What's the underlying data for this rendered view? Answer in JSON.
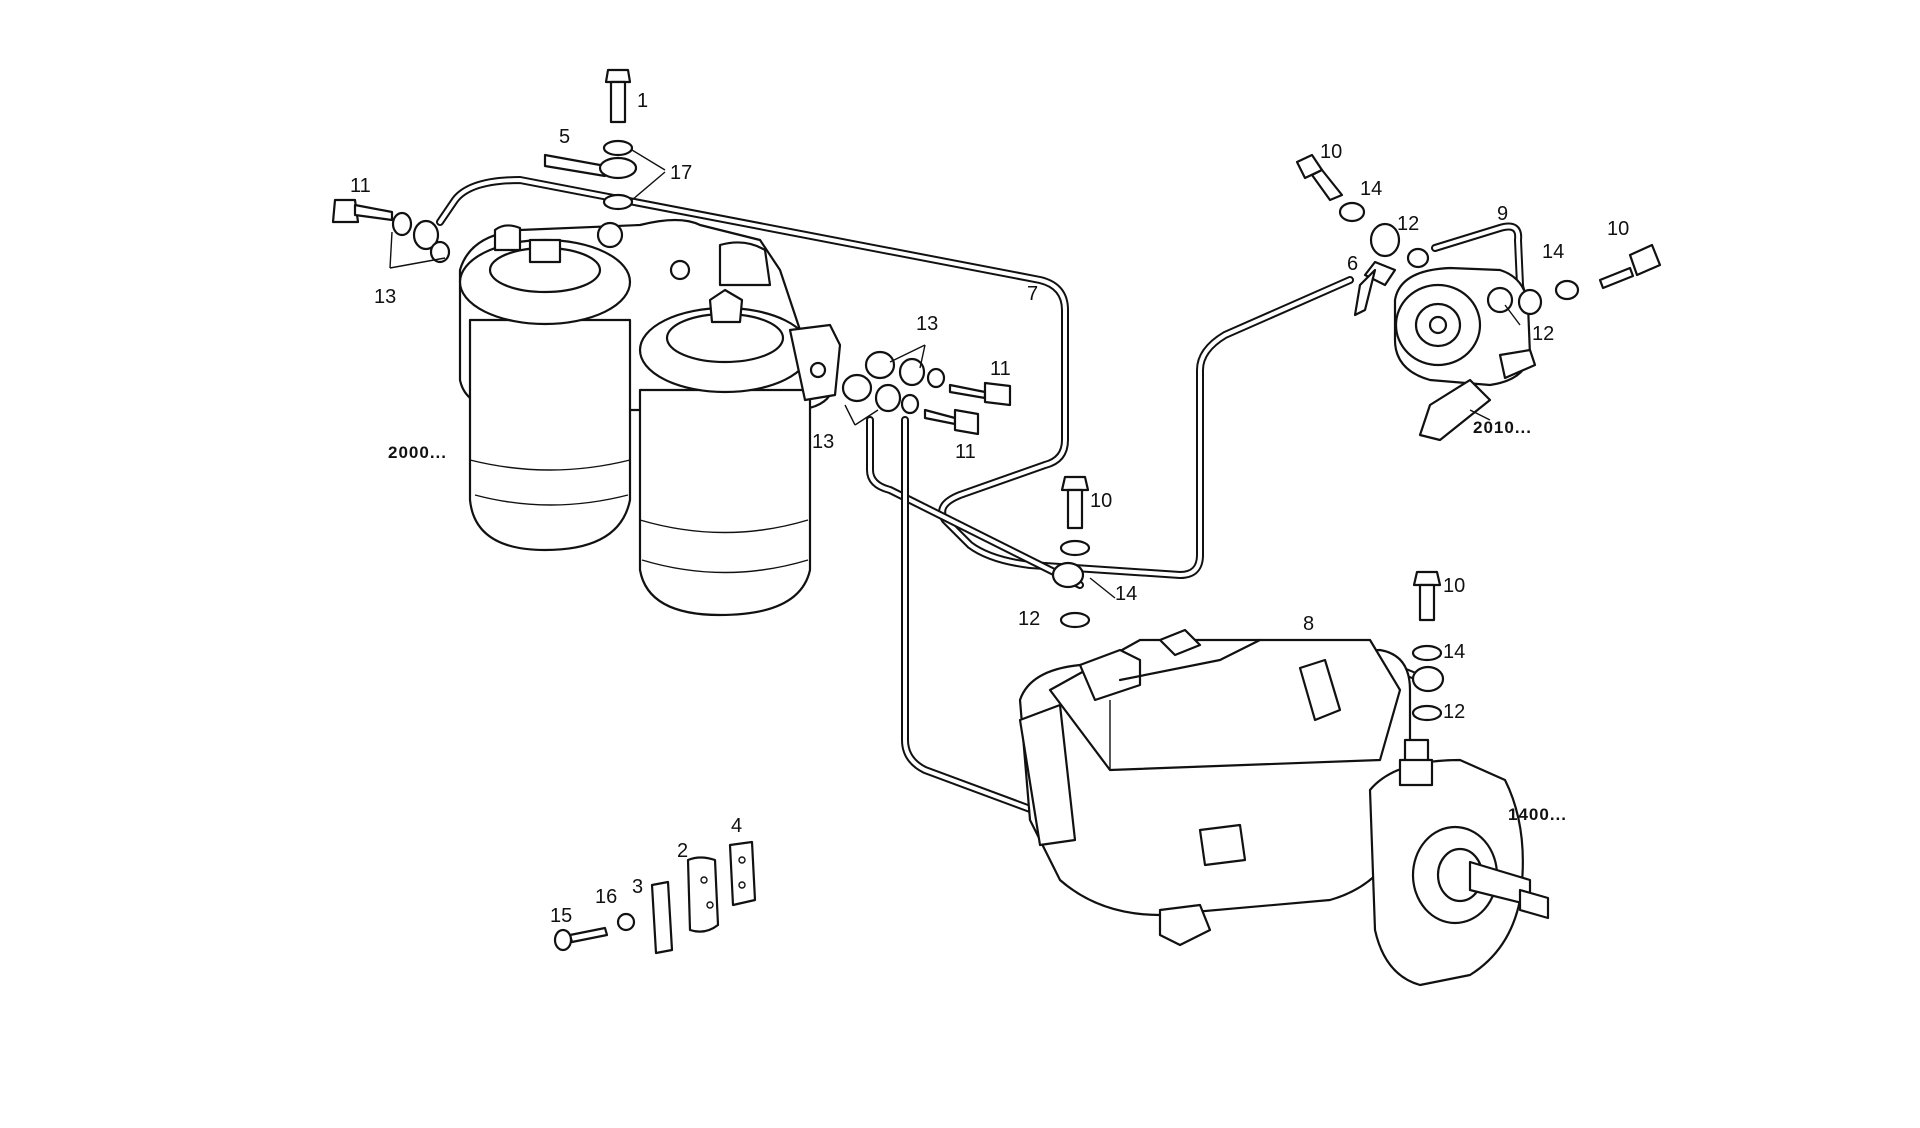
{
  "callouts": {
    "c1": "1",
    "c2": "2",
    "c3": "3",
    "c4": "4",
    "c5": "5",
    "c6": "6",
    "c7": "7",
    "c8": "8",
    "c9": "9",
    "c10a": "10",
    "c10b": "10",
    "c10c": "10",
    "c10d": "10",
    "c11a": "11",
    "c11b": "11",
    "c11c": "11",
    "c12a": "12",
    "c12b": "12",
    "c12c": "12",
    "c12d": "12",
    "c13a": "13",
    "c13b": "13",
    "c13c": "13",
    "c14a": "14",
    "c14b": "14",
    "c14c": "14",
    "c14d": "14",
    "c15": "15",
    "c16": "16",
    "c17": "17"
  },
  "refs": {
    "filter_assembly": "2000...",
    "feed_pump": "2010...",
    "injection_pump": "1400..."
  }
}
